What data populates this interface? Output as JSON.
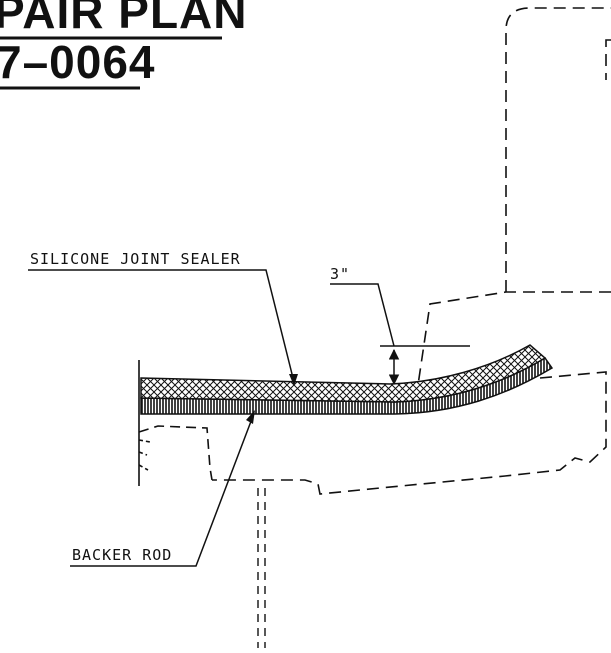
{
  "header": {
    "line1": "PAIR PLAN",
    "line2": "7–0064"
  },
  "callouts": {
    "sealer": "SILICONE JOINT SEALER",
    "dimension": "3\"",
    "backer": "BACKER ROD"
  },
  "colors": {
    "ink": "#111111",
    "paper": "#ffffff"
  }
}
